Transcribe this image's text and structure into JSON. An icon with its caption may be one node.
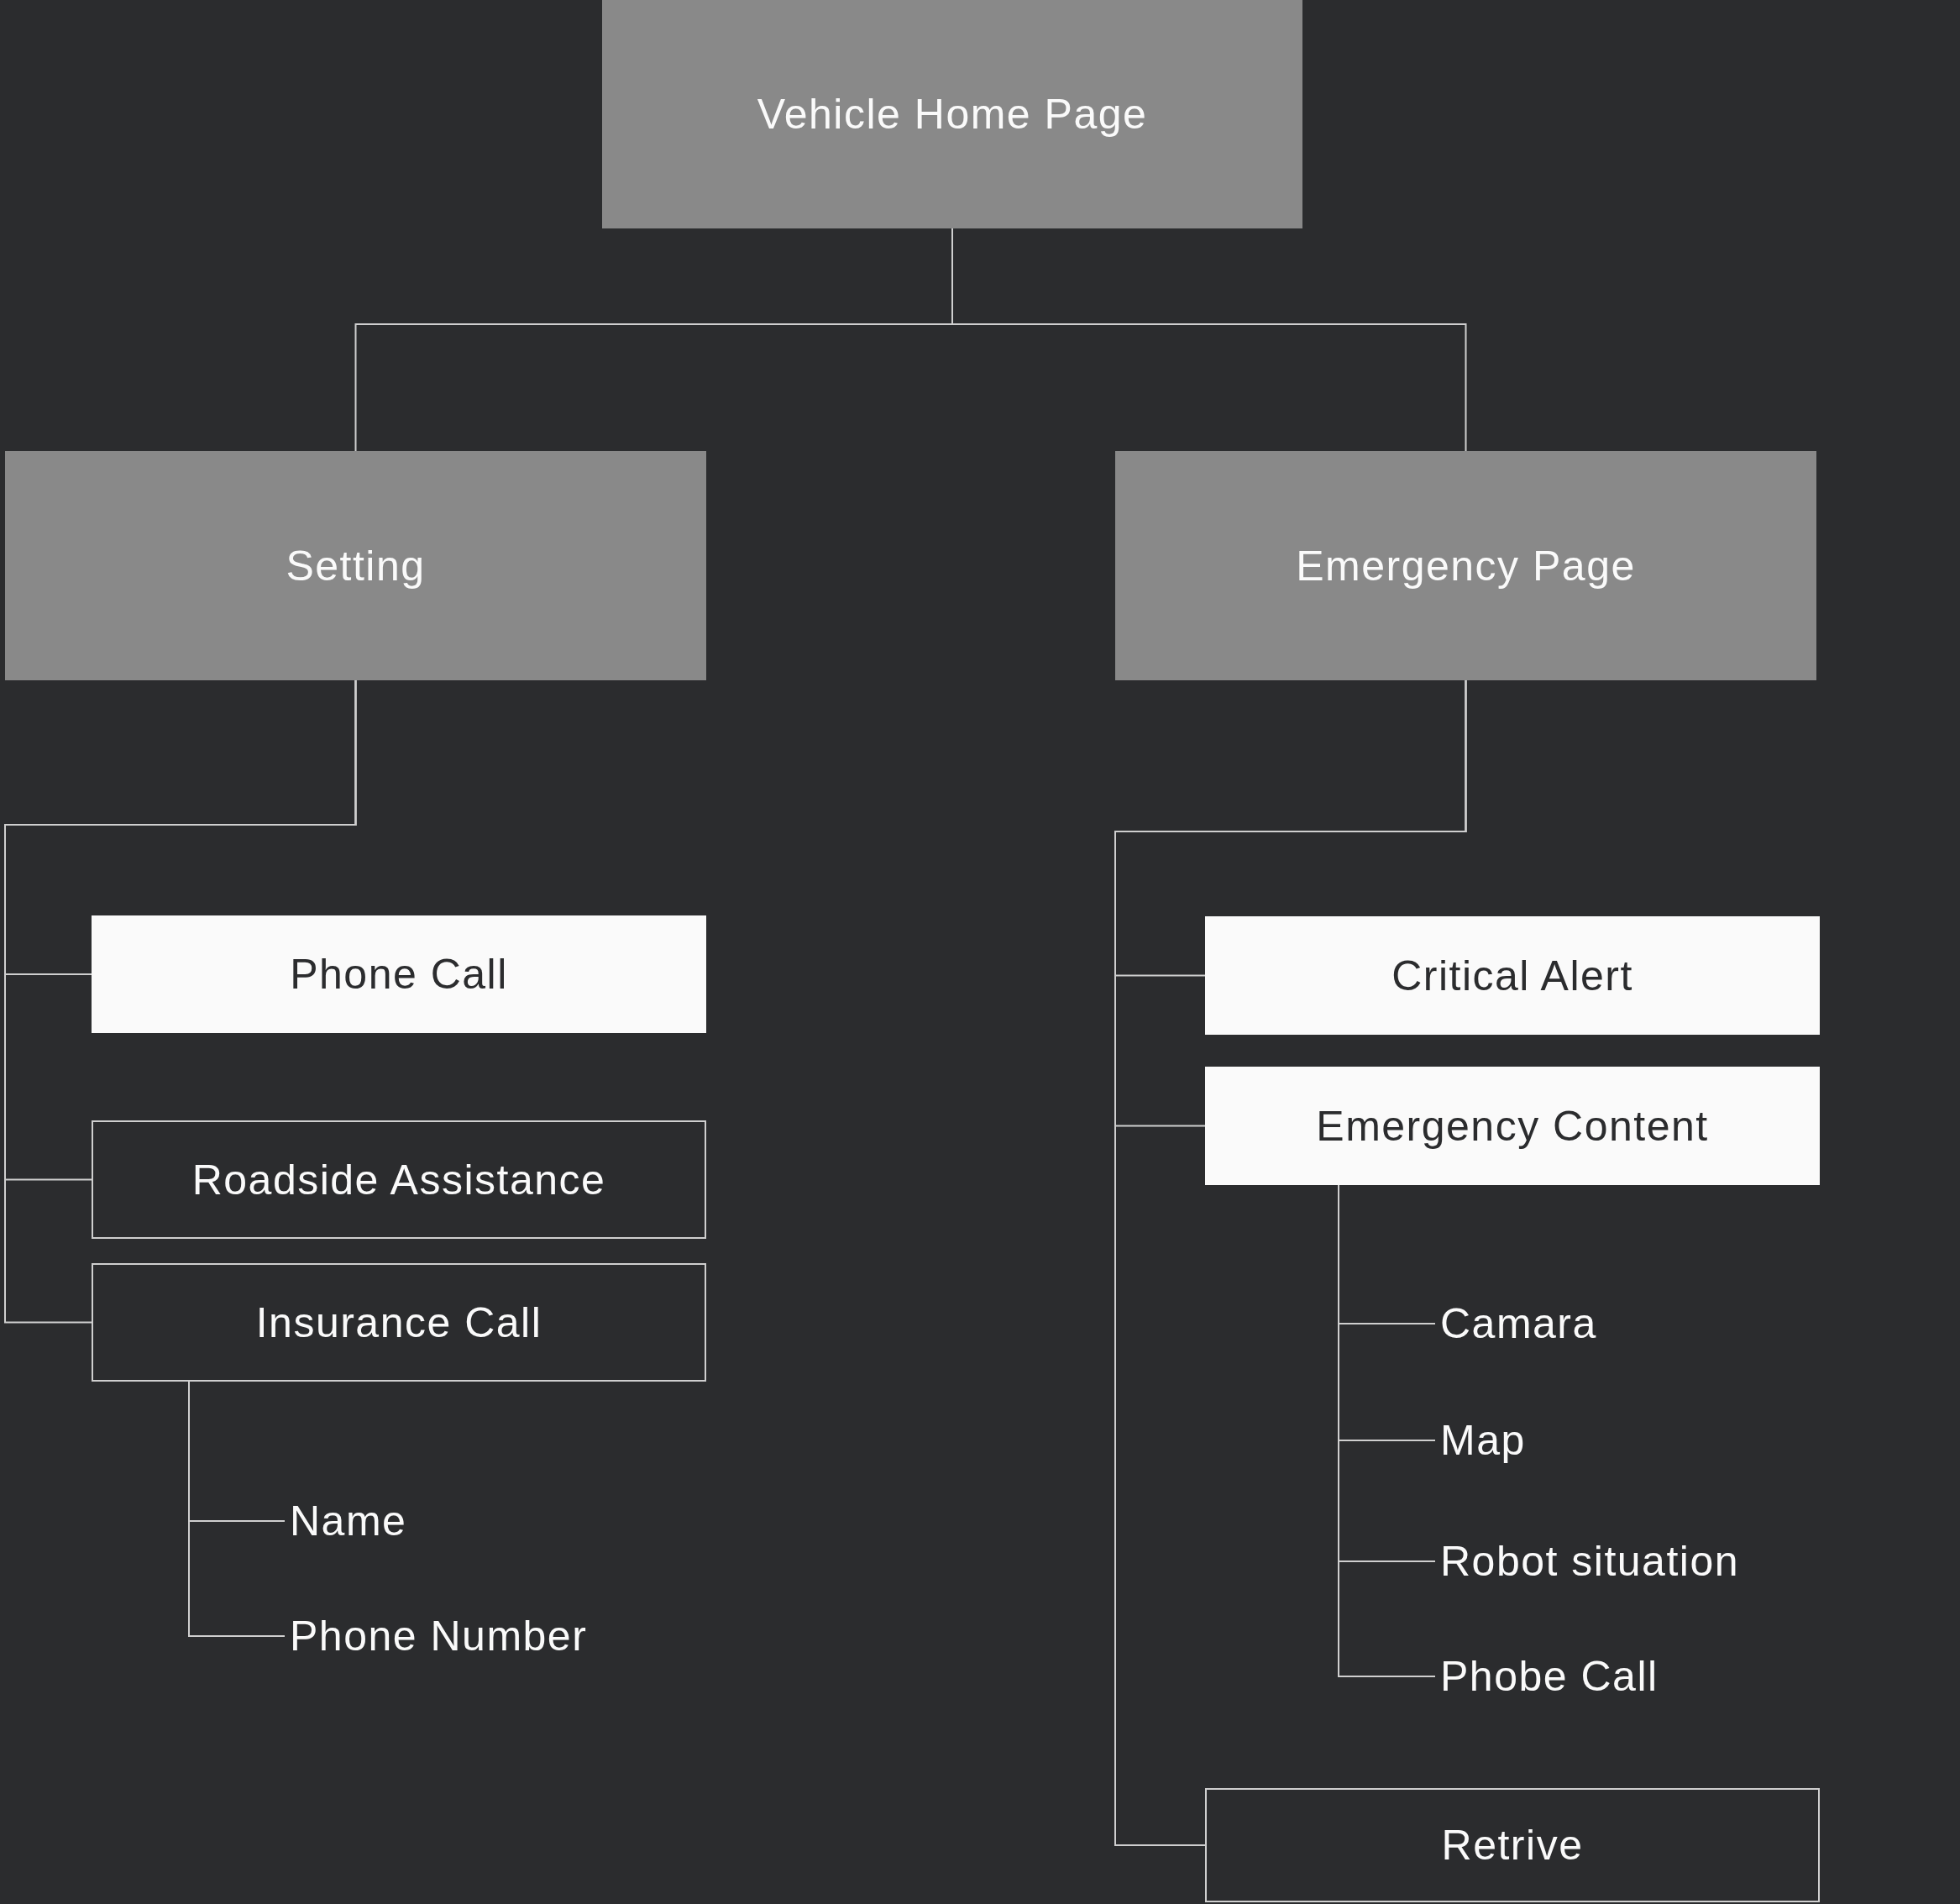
{
  "diagram": {
    "nodes": [
      {
        "text": [
          "Vehicle Home Page"
        ]
      },
      {
        "text": [
          "Setting"
        ]
      },
      {
        "text": [
          "Emergency Page"
        ]
      },
      {
        "text": [
          "Phone Call"
        ]
      },
      {
        "text": [
          "Roadside Assistance"
        ]
      },
      {
        "text": [
          "Insurance Call"
        ]
      },
      {
        "text": [
          "Name"
        ]
      },
      {
        "text": [
          "Phone Number"
        ]
      },
      {
        "text": [
          "Critical Alert"
        ]
      },
      {
        "text": [
          "Emergency Content"
        ]
      },
      {
        "text": [
          "Camara"
        ]
      },
      {
        "text": [
          "Map"
        ]
      },
      {
        "text": [
          "Robot situation"
        ]
      },
      {
        "text": [
          "Phobe Call"
        ]
      },
      {
        "text": [
          "Retrive"
        ]
      }
    ],
    "edges": [
      {
        "from": 0,
        "to": 1,
        "arrow": "none"
      },
      {
        "from": 0,
        "to": 2,
        "arrow": "none"
      },
      {
        "from": 1,
        "to": 3,
        "arrow": "none"
      },
      {
        "from": 1,
        "to": 4,
        "arrow": "none"
      },
      {
        "from": 1,
        "to": 5,
        "arrow": "none"
      },
      {
        "from": 5,
        "to": 6,
        "arrow": "none"
      },
      {
        "from": 5,
        "to": 7,
        "arrow": "none"
      },
      {
        "from": 2,
        "to": 8,
        "arrow": "none"
      },
      {
        "from": 2,
        "to": 9,
        "arrow": "none"
      },
      {
        "from": 2,
        "to": 14,
        "arrow": "none"
      },
      {
        "from": 9,
        "to": 10,
        "arrow": "none"
      },
      {
        "from": 9,
        "to": 11,
        "arrow": "none"
      },
      {
        "from": 9,
        "to": 12,
        "arrow": "none"
      },
      {
        "from": 9,
        "to": 13,
        "arrow": "none"
      }
    ]
  }
}
